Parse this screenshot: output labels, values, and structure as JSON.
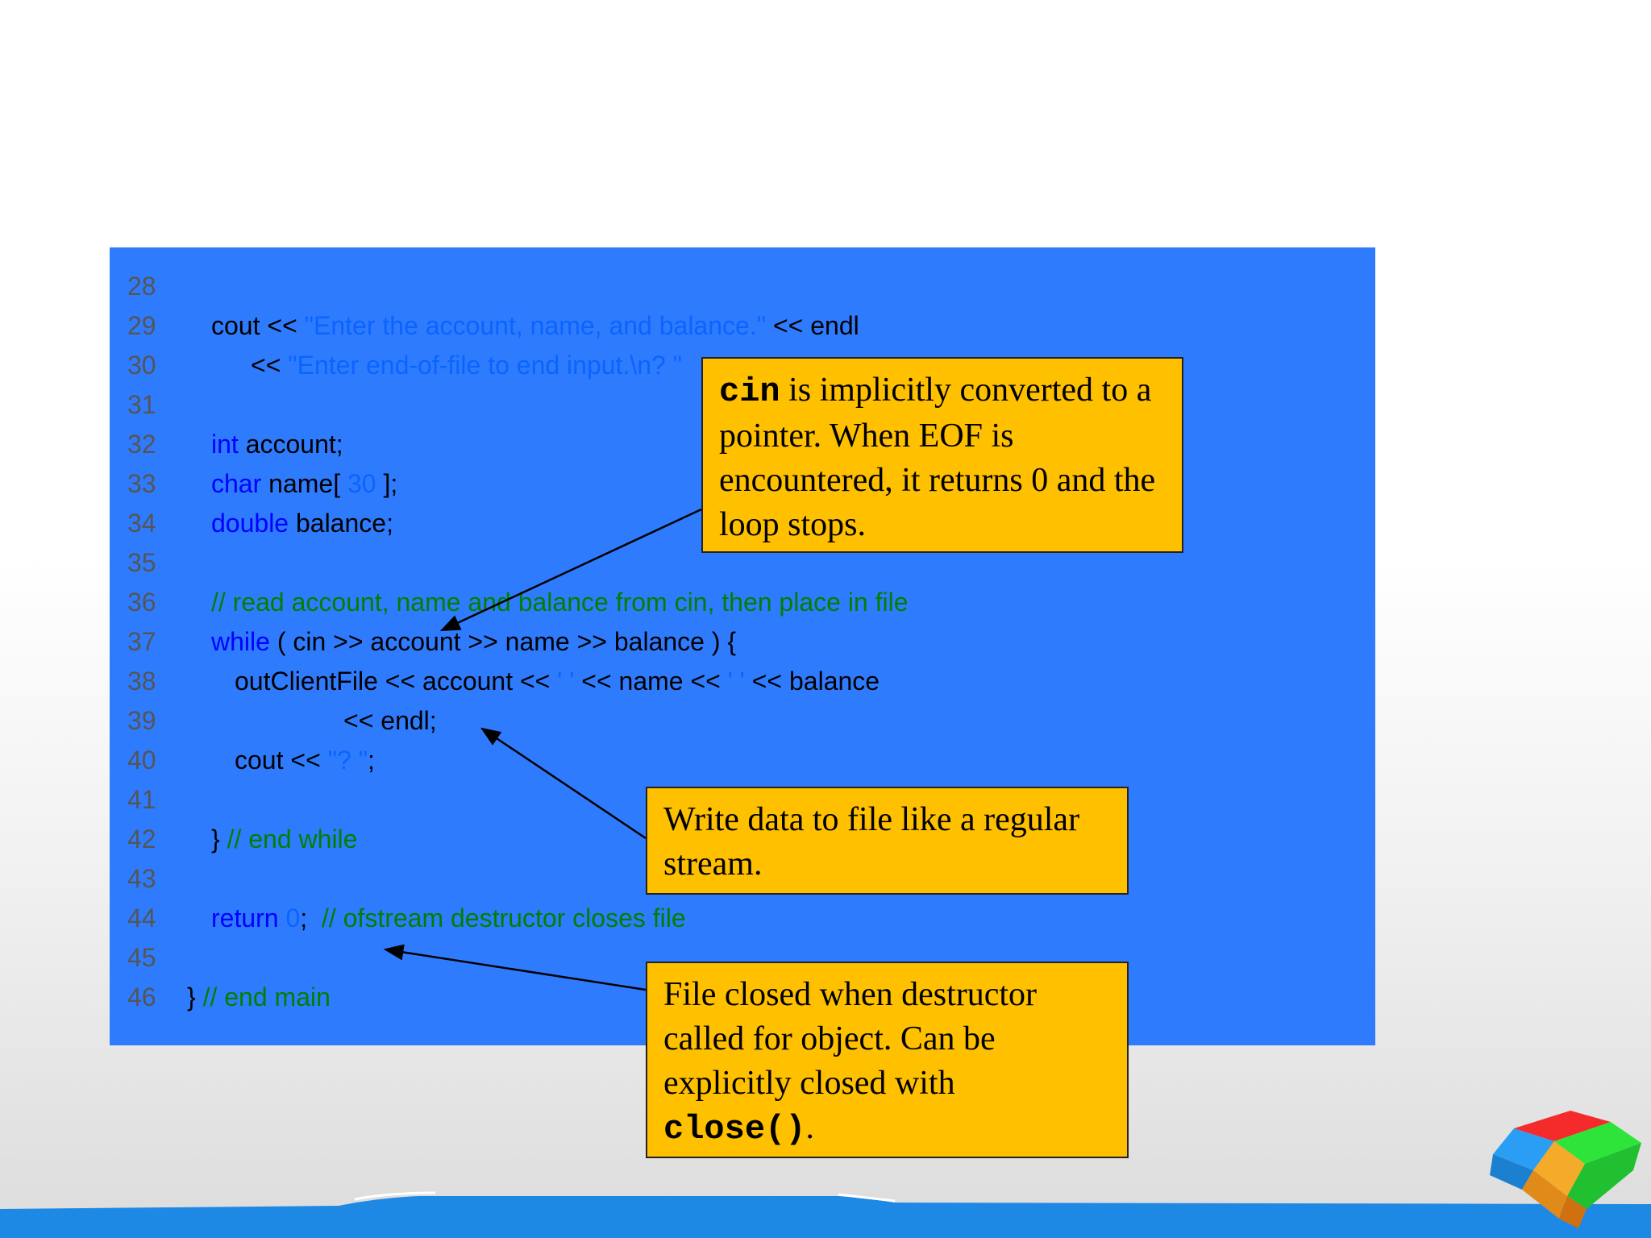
{
  "code": {
    "lines": [
      {
        "n": "28",
        "parts": []
      },
      {
        "n": "29",
        "indent": 0,
        "parts": [
          {
            "t": "cout << ",
            "c": "plain"
          },
          {
            "t": "\"Enter the account, name, and balance.\"",
            "c": "str"
          },
          {
            "t": " << endl",
            "c": "plain"
          }
        ]
      },
      {
        "n": "30",
        "indent": 1,
        "parts": [
          {
            "t": "<< ",
            "c": "plain"
          },
          {
            "t": "\"Enter end-of-file to end input.\\n? \"",
            "c": "str"
          }
        ]
      },
      {
        "n": "31",
        "parts": []
      },
      {
        "n": "32",
        "indent": 0,
        "parts": [
          {
            "t": "int",
            "c": "kw"
          },
          {
            "t": " account;",
            "c": "plain"
          }
        ]
      },
      {
        "n": "33",
        "indent": 0,
        "parts": [
          {
            "t": "char",
            "c": "kw"
          },
          {
            "t": " name[",
            "c": "plain"
          },
          {
            "t": " 30 ",
            "c": "str"
          },
          {
            "t": "];",
            "c": "plain"
          }
        ]
      },
      {
        "n": "34",
        "indent": 0,
        "parts": [
          {
            "t": "double",
            "c": "kw"
          },
          {
            "t": " balance;",
            "c": "plain"
          }
        ]
      },
      {
        "n": "35",
        "parts": []
      },
      {
        "n": "36",
        "indent": 0,
        "parts": [
          {
            "t": "// read account, name and balance from cin, then place in file",
            "c": "cm"
          }
        ]
      },
      {
        "n": "37",
        "indent": 0,
        "parts": [
          {
            "t": "while",
            "c": "kw"
          },
          {
            "t": " ( cin >> account >> name >> balance ) {",
            "c": "plain"
          }
        ]
      },
      {
        "n": "38",
        "indent": 2,
        "parts": [
          {
            "t": "outClientFile << account << ",
            "c": "plain"
          },
          {
            "t": "' '",
            "c": "str"
          },
          {
            "t": " << name << ",
            "c": "plain"
          },
          {
            "t": "' '",
            "c": "str"
          },
          {
            "t": " << balance",
            "c": "plain"
          }
        ]
      },
      {
        "n": "39",
        "indent": 3,
        "parts": [
          {
            "t": "<< endl;",
            "c": "plain"
          }
        ]
      },
      {
        "n": "40",
        "indent": 2,
        "parts": [
          {
            "t": "cout << ",
            "c": "plain"
          },
          {
            "t": "\"? \"",
            "c": "str"
          },
          {
            "t": ";",
            "c": "plain"
          }
        ]
      },
      {
        "n": "41",
        "parts": []
      },
      {
        "n": "42",
        "indent": 0,
        "parts": [
          {
            "t": "} ",
            "c": "plain"
          },
          {
            "t": "// end while",
            "c": "cm"
          }
        ]
      },
      {
        "n": "43",
        "parts": []
      },
      {
        "n": "44",
        "indent": 0,
        "parts": [
          {
            "t": "return",
            "c": "kw"
          },
          {
            "t": " 0",
            "c": "str"
          },
          {
            "t": ";  ",
            "c": "plain"
          },
          {
            "t": "// ofstream destructor closes file",
            "c": "cm"
          }
        ]
      },
      {
        "n": "45",
        "parts": []
      },
      {
        "n": "46",
        "indent": 4,
        "parts": [
          {
            "t": "} ",
            "c": "plain"
          },
          {
            "t": "// end main",
            "c": "cm"
          }
        ]
      }
    ]
  },
  "callouts": {
    "cin": {
      "code": "cin",
      "text": " is implicitly converted to a pointer. When EOF is encountered, it returns 0 and the loop stops."
    },
    "write": {
      "text": "Write data to file like a regular stream."
    },
    "close": {
      "text": "File closed when destructor called for object. Can be explicitly closed with ",
      "code": "close()",
      "end": "."
    }
  },
  "colors": {
    "panel": "#2f7bfe",
    "callout": "#ffc000",
    "keyword": "#0000ff",
    "comment": "#008000",
    "string": "#0a64ff"
  }
}
